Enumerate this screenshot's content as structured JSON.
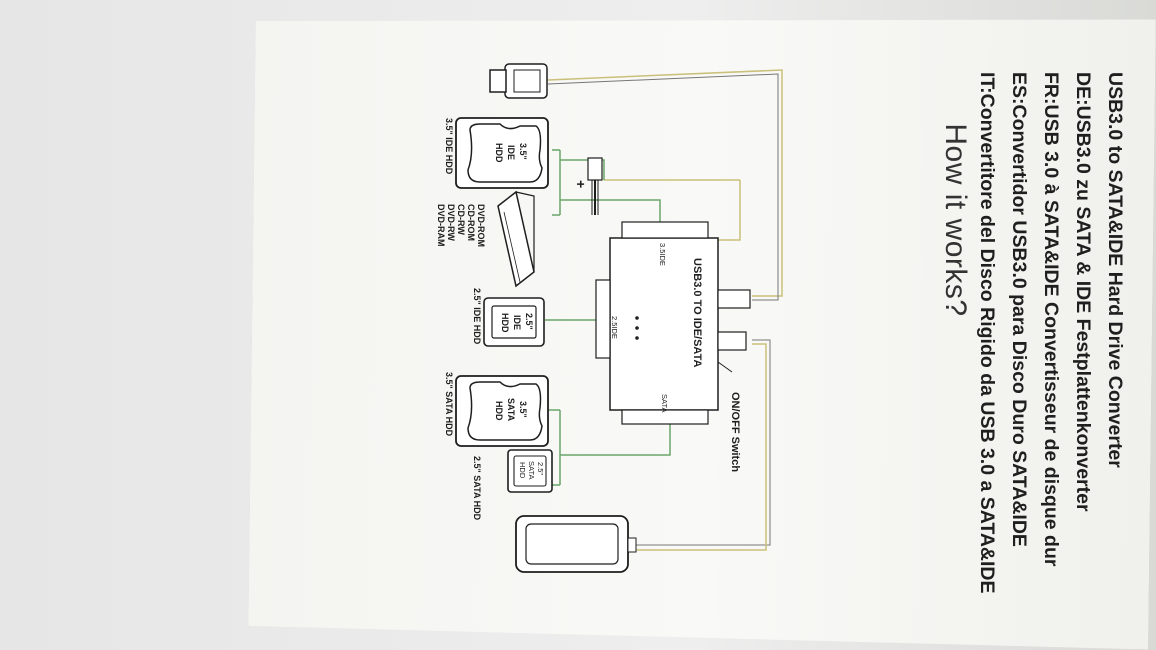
{
  "heading": "How it works?",
  "languages": [
    "USB3.0 to SATA&IDE Hard Drive Converter",
    "DE:USB3.0 zu SATA & IDE Festplattenkonverter",
    "FR:USB 3.0 à SATA&IDE  Convertisseur de disque dur",
    "ES:Convertidor USB3.0 para Disco Duro SATA&IDE",
    "IT:Convertitore del Disco Rigido da USB 3.0 a SATA&IDE"
  ],
  "diagram": {
    "converter_label": "USB3.0 TO IDE/SATA",
    "port_35ide": "3.5IDE",
    "port_25ide": "2.5IDE",
    "port_sata": "SATA",
    "switch_label": "ON/OFF Switch",
    "hdd35_ide_disk": [
      "3.5\"",
      "IDE",
      "HDD"
    ],
    "hdd35_ide_caption": "3.5\" IDE HDD",
    "optical_drives": [
      "DVD-ROM",
      "CD-ROM",
      "CD-RW",
      "DVD-RW",
      "DVD-RAM"
    ],
    "hdd25_ide_disk": [
      "2.5\"",
      "IDE",
      "HDD"
    ],
    "hdd25_ide_caption": "2.5\" IDE HDD",
    "hdd35_sata_disk": [
      "3.5\"",
      "SATA",
      "HDD"
    ],
    "hdd35_sata_caption": "3.5\" SATA HDD",
    "hdd25_sata_disk": [
      "2.5\"",
      "SATA",
      "HDD"
    ],
    "hdd25_sata_caption": "2.5\" SATA HDD",
    "plus": "+"
  },
  "colors": {
    "wire_yellow": "#c9c07a",
    "wire_green": "#6aa56a",
    "wire_gray": "#666666",
    "ink": "#1e1e1e"
  }
}
